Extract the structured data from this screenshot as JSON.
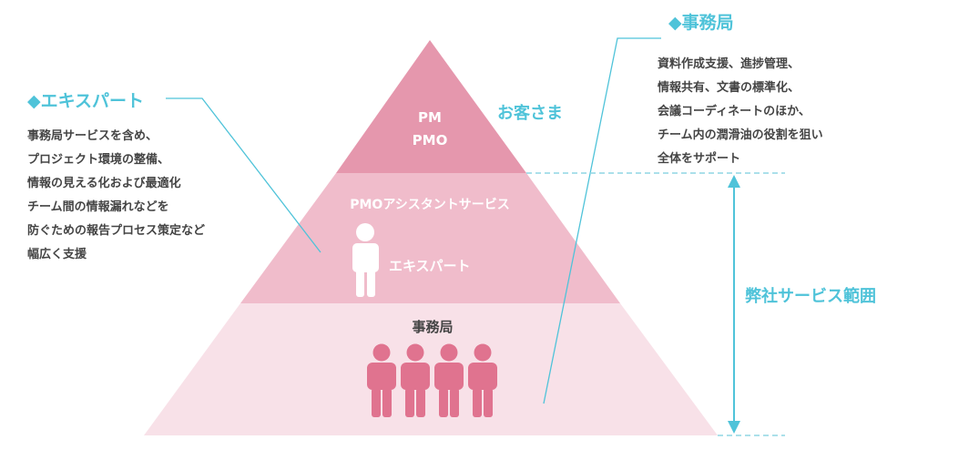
{
  "colors": {
    "accent": "#4fc3d9",
    "tier_top": "#e597ad",
    "tier_middle": "#f0bccb",
    "tier_bottom": "#f8e1e8",
    "figure_pink": "#e0738f",
    "text_dark": "#444444"
  },
  "pyramid": {
    "top": {
      "line1": "PM",
      "line2": "PMO"
    },
    "middle": {
      "title": "PMOアシスタントサービス",
      "figure_label": "エキスパート"
    },
    "bottom": {
      "title": "事務局"
    }
  },
  "customer_label": "お客さま",
  "scope_label": "弊社サービス範囲",
  "expert_callout": {
    "heading": "◆エキスパート",
    "lines": [
      "事務局サービスを含め、",
      "プロジェクト環境の整備、",
      "情報の見える化および最適化",
      "チーム間の情報漏れなどを",
      "防ぐための報告プロセス策定など",
      "幅広く支援"
    ]
  },
  "office_callout": {
    "heading": "◆事務局",
    "lines": [
      "資料作成支援、進捗管理、",
      "情報共有、文書の標準化、",
      "会議コーディネートのほか、",
      "チーム内の潤滑油の役割を狙い",
      "全体をサポート"
    ]
  },
  "icons": {
    "expert_figure": "person-icon",
    "office_staff": [
      "person-icon",
      "person-icon",
      "person-icon",
      "person-icon"
    ]
  }
}
